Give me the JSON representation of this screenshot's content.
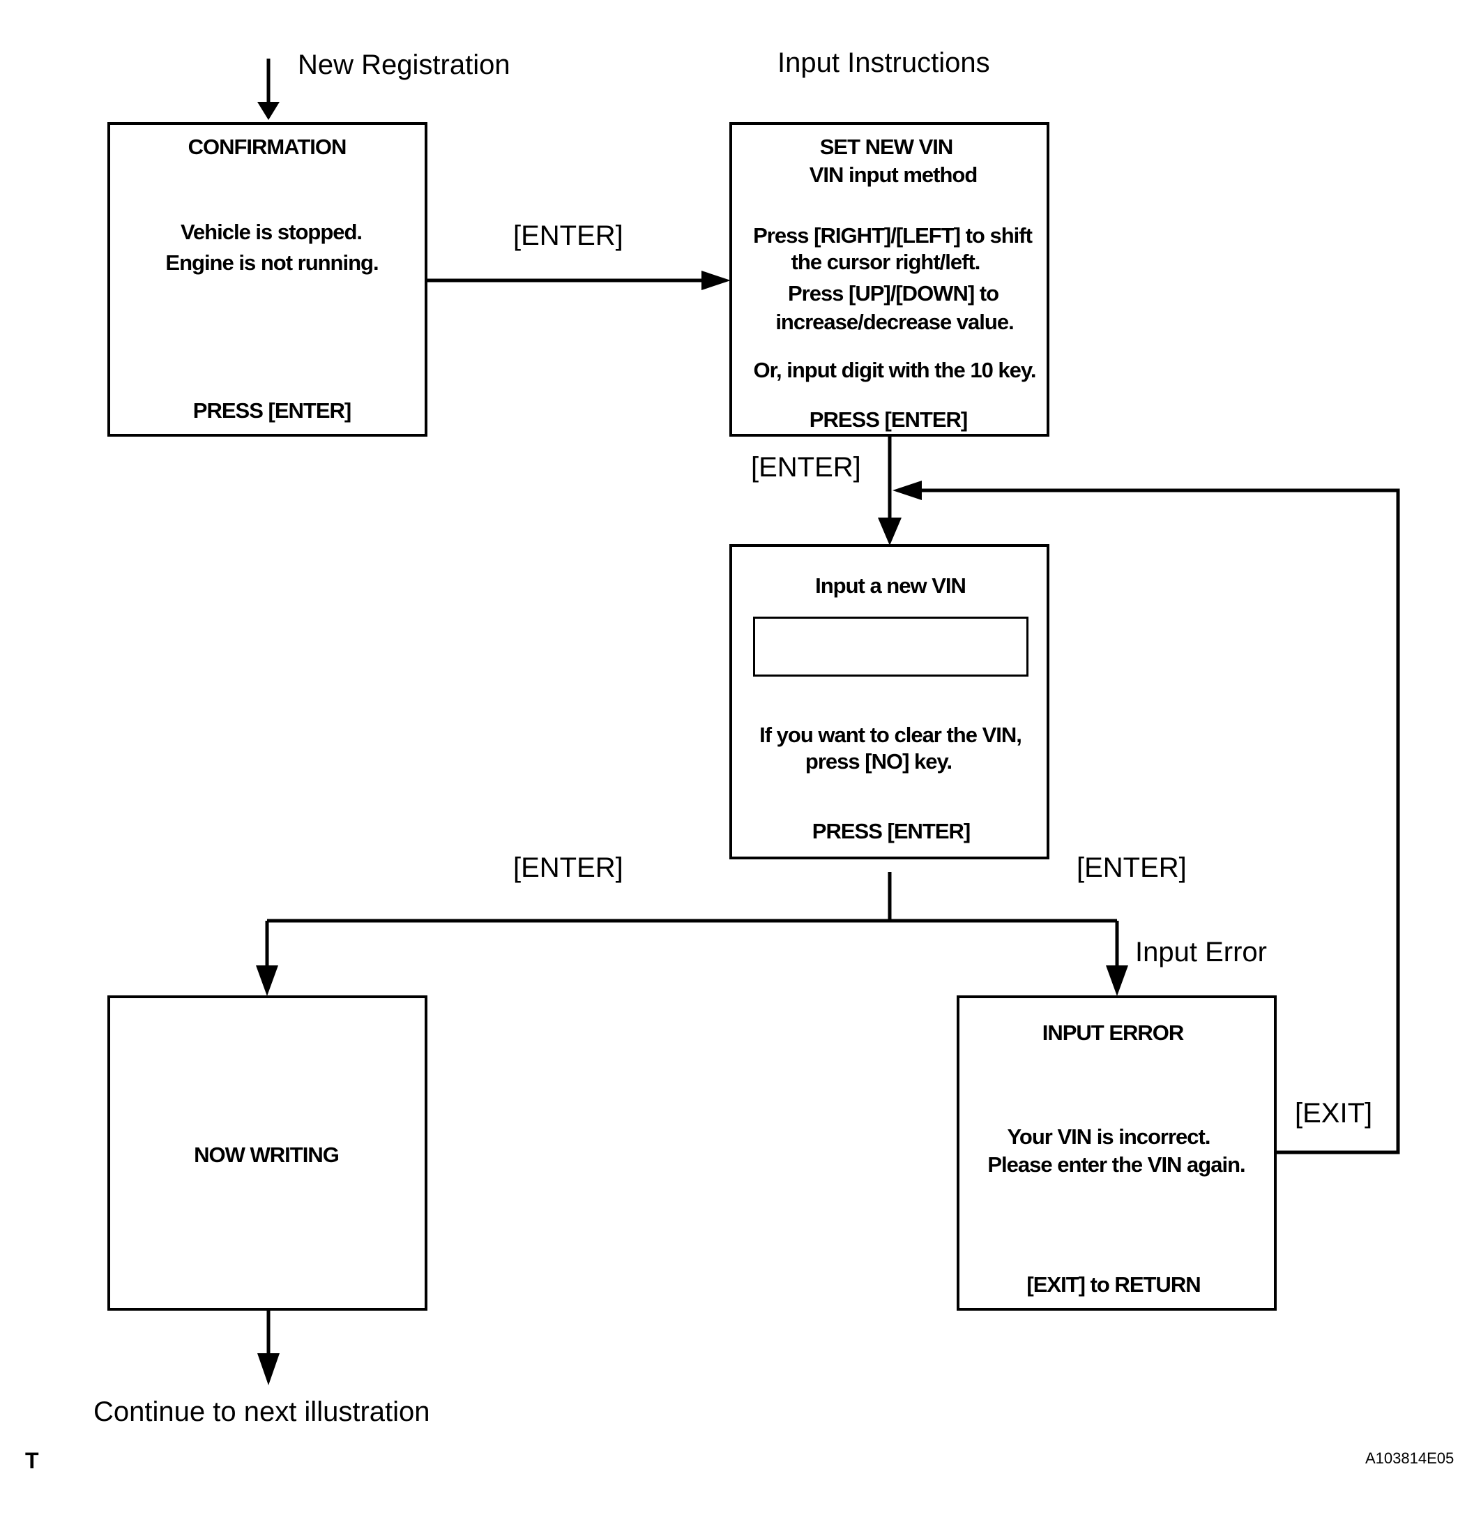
{
  "labels": {
    "new_registration": "New Registration",
    "input_instructions": "Input Instructions",
    "enter_1": "[ENTER]",
    "enter_2": "[ENTER]",
    "enter_3": "[ENTER]",
    "enter_4": "[ENTER]",
    "input_error": "Input Error",
    "exit": "[EXIT]",
    "continue": "Continue to next illustration",
    "corner_mark": "T",
    "figure_code": "A103814E05"
  },
  "confirmation": {
    "title": "CONFIRMATION",
    "line1": "Vehicle is stopped.",
    "line2": "Engine is not running.",
    "footer": "PRESS [ENTER]"
  },
  "set_new_vin": {
    "title": "SET NEW VIN",
    "subtitle": "VIN input method",
    "line1": "Press [RIGHT]/[LEFT] to shift",
    "line2": "the cursor right/left.",
    "line3": "Press [UP]/[DOWN]  to",
    "line4": "increase/decrease value.",
    "line5": "Or, input digit with the 10 key.",
    "footer": "PRESS [ENTER]"
  },
  "input_vin": {
    "title": "Input a new VIN",
    "field_value": "",
    "line1": "If you want to clear the VIN,",
    "line2": "press [NO] key.",
    "footer": "PRESS [ENTER]"
  },
  "now_writing": {
    "title": "NOW WRITING"
  },
  "input_error_box": {
    "title": "INPUT  ERROR",
    "line1": "Your VIN is incorrect.",
    "line2": "Please enter the VIN again.",
    "footer": "[EXIT] to RETURN"
  }
}
